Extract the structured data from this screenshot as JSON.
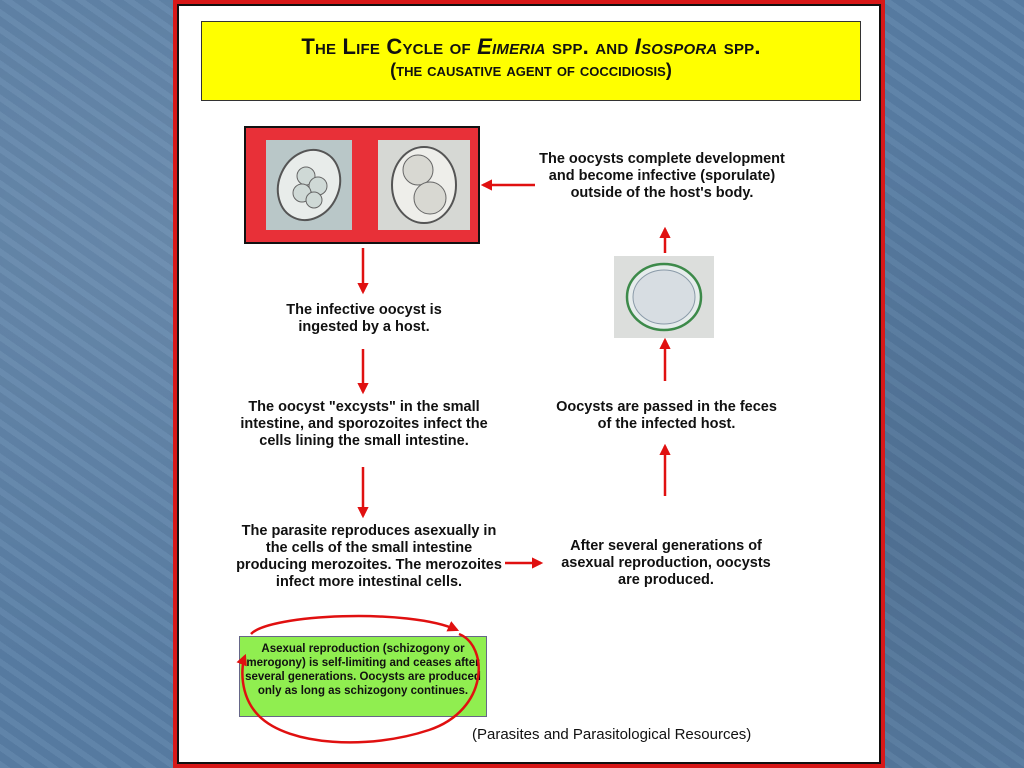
{
  "title": {
    "line1_a": "The Life Cycle of ",
    "line1_b": "Eimeria",
    "line1_c": " spp. and ",
    "line1_d": "Isospora",
    "line1_e": " spp.",
    "line2": "(the causative agent of coccidiosis)"
  },
  "steps": {
    "complete": "The oocysts complete development and become infective (sporulate) outside of the host's body.",
    "ingested": "The infective oocyst is ingested by a host.",
    "excysts": "The oocyst \"excysts\" in the small intestine, and sporozoites infect the cells lining the small intestine.",
    "reproduces": "The parasite reproduces asexually in the cells of the small intestine producing merozoites.  The merozoites infect more intestinal cells.",
    "generations": "After several generations of asexual reproduction, oocysts are produced.",
    "passed": "Oocysts are passed in the feces of the infected host."
  },
  "note": "Asexual reproduction (schizogony or merogony) is self-limiting and ceases after several generations. Oocysts are produced only as long as schizogony continues.",
  "credit": "(Parasites and Parasitological Resources)",
  "colors": {
    "arrow": "#e01010",
    "title_bg": "#ffff00",
    "note_bg": "#90ee50",
    "frame": "#d81818"
  }
}
